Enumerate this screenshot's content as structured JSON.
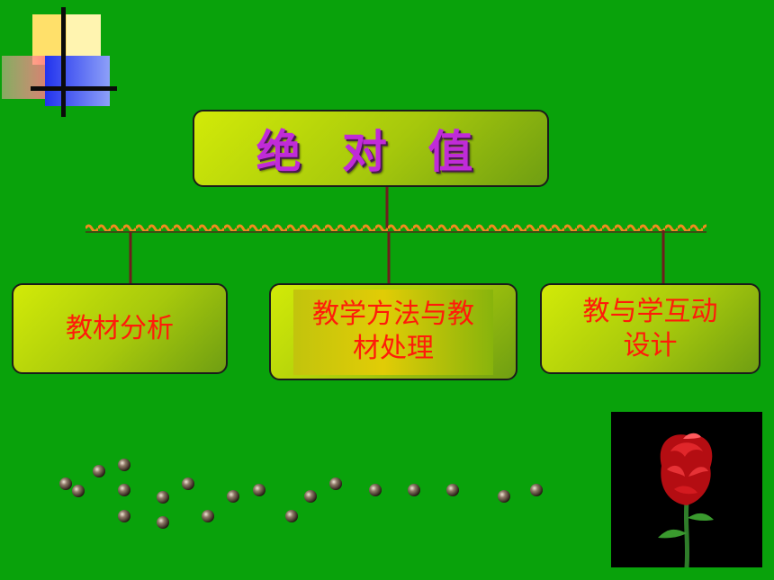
{
  "title": "绝 对 值",
  "branches": [
    {
      "label": "教材分析"
    },
    {
      "label": "教学方法与教\n材处理"
    },
    {
      "label": "教与学互动\n设计"
    }
  ],
  "decorations": {
    "logo_icon": "color-squares-cross-logo",
    "flower_icon": "red-rose-image",
    "beads_icon": "bead-dots"
  }
}
